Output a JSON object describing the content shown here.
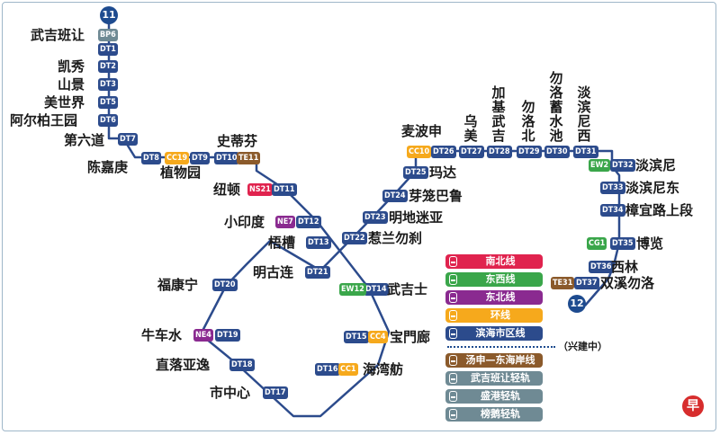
{
  "colors": {
    "downtown_line": "#2c4b8c",
    "north_south": "#e0234e",
    "east_west": "#3aa64a",
    "north_east": "#8a2a90",
    "circle": "#f6a91c",
    "thomson_east_coast": "#8b5a2b",
    "lrt": "#6f8a94"
  },
  "terminals": {
    "start": "11",
    "end": "12"
  },
  "stations": [
    {
      "code": "BP6",
      "name": "武吉班让",
      "color": "#6f8a94"
    },
    {
      "code": "DT1",
      "name": "",
      "color": "#2c4b8c"
    },
    {
      "code": "DT2",
      "name": "凯秀",
      "color": "#2c4b8c"
    },
    {
      "code": "DT3",
      "name": "山景",
      "color": "#2c4b8c"
    },
    {
      "code": "DT5",
      "name": "美世界",
      "color": "#2c4b8c"
    },
    {
      "code": "DT6",
      "name": "阿尔柏王园",
      "color": "#2c4b8c"
    },
    {
      "code": "DT7",
      "name": "第六道",
      "color": "#2c4b8c"
    },
    {
      "code": "DT8",
      "name": "陈嘉庚",
      "color": "#2c4b8c"
    },
    {
      "code": "CC19",
      "name": "",
      "color": "#f6a91c"
    },
    {
      "code": "DT9",
      "name": "植物园",
      "color": "#2c4b8c"
    },
    {
      "code": "DT10",
      "name": "史蒂芬",
      "color": "#2c4b8c"
    },
    {
      "code": "TE11",
      "name": "",
      "color": "#8b5a2b"
    },
    {
      "code": "NS21",
      "name": "",
      "color": "#e0234e"
    },
    {
      "code": "DT11",
      "name": "纽顿",
      "color": "#2c4b8c"
    },
    {
      "code": "NE7",
      "name": "",
      "color": "#8a2a90"
    },
    {
      "code": "DT12",
      "name": "小印度",
      "color": "#2c4b8c"
    },
    {
      "code": "DT13",
      "name": "梧槽",
      "color": "#2c4b8c"
    },
    {
      "code": "DT14",
      "name": "武吉士",
      "color": "#2c4b8c"
    },
    {
      "code": "EW12",
      "name": "",
      "color": "#3aa64a"
    },
    {
      "code": "DT15",
      "name": "",
      "color": "#2c4b8c"
    },
    {
      "code": "CC4",
      "name": "宝門廊",
      "color": "#f6a91c"
    },
    {
      "code": "DT16",
      "name": "",
      "color": "#2c4b8c"
    },
    {
      "code": "CC1",
      "name": "海湾舫",
      "color": "#f6a91c"
    },
    {
      "code": "DT17",
      "name": "市中心",
      "color": "#2c4b8c"
    },
    {
      "code": "DT18",
      "name": "直落亚逸",
      "color": "#2c4b8c"
    },
    {
      "code": "NE4",
      "name": "",
      "color": "#8a2a90"
    },
    {
      "code": "DT19",
      "name": "牛车水",
      "color": "#2c4b8c"
    },
    {
      "code": "DT20",
      "name": "福康宁",
      "color": "#2c4b8c"
    },
    {
      "code": "DT21",
      "name": "明古连",
      "color": "#2c4b8c"
    },
    {
      "code": "DT22",
      "name": "惹兰勿刹",
      "color": "#2c4b8c"
    },
    {
      "code": "DT23",
      "name": "明地迷亚",
      "color": "#2c4b8c"
    },
    {
      "code": "DT24",
      "name": "芽笼巴鲁",
      "color": "#2c4b8c"
    },
    {
      "code": "DT25",
      "name": "玛达",
      "color": "#2c4b8c"
    },
    {
      "code": "CC10",
      "name": "麦波申",
      "color": "#f6a91c"
    },
    {
      "code": "DT26",
      "name": "",
      "color": "#2c4b8c"
    },
    {
      "code": "DT27",
      "name": "乌美",
      "color": "#2c4b8c"
    },
    {
      "code": "DT28",
      "name": "加基武吉",
      "color": "#2c4b8c"
    },
    {
      "code": "DT29",
      "name": "勿洛北",
      "color": "#2c4b8c"
    },
    {
      "code": "DT30",
      "name": "勿洛蓄水池",
      "color": "#2c4b8c"
    },
    {
      "code": "DT31",
      "name": "淡滨尼西",
      "color": "#2c4b8c"
    },
    {
      "code": "EW2",
      "name": "",
      "color": "#3aa64a"
    },
    {
      "code": "DT32",
      "name": "淡滨尼",
      "color": "#2c4b8c"
    },
    {
      "code": "DT33",
      "name": "淡滨尼东",
      "color": "#2c4b8c"
    },
    {
      "code": "DT34",
      "name": "樟宜路上段",
      "color": "#2c4b8c"
    },
    {
      "code": "CG1",
      "name": "",
      "color": "#3aa64a"
    },
    {
      "code": "DT35",
      "name": "博览",
      "color": "#2c4b8c"
    },
    {
      "code": "DT36",
      "name": "西林",
      "color": "#2c4b8c"
    },
    {
      "code": "TE31",
      "name": "",
      "color": "#8b5a2b"
    },
    {
      "code": "DT37",
      "name": "双溪勿洛",
      "color": "#2c4b8c"
    }
  ],
  "legend": [
    {
      "label": "南北线",
      "color": "#e0234e"
    },
    {
      "label": "东西线",
      "color": "#3aa64a"
    },
    {
      "label": "东北线",
      "color": "#8a2a90"
    },
    {
      "label": "环线",
      "color": "#f6a91c"
    },
    {
      "label": "滨海市区线",
      "color": "#2c4b8c"
    },
    {
      "label": "汤申—东海岸线",
      "color": "#8b5a2b"
    },
    {
      "label": "武吉班让轻轨",
      "color": "#6f8a94"
    },
    {
      "label": "盛港轻轨",
      "color": "#6f8a94"
    },
    {
      "label": "榜鹅轻轨",
      "color": "#6f8a94"
    }
  ],
  "construction_note": "（兴建中）",
  "publisher_logo": "早"
}
